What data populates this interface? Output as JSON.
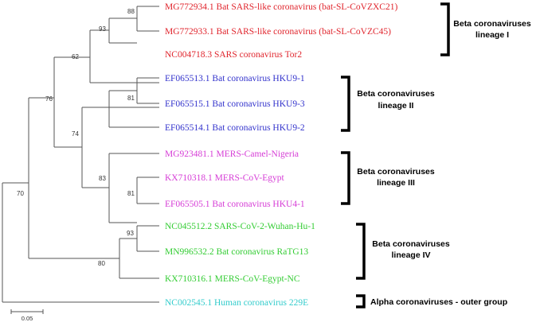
{
  "colors": {
    "lineage_I": "#e0242c",
    "lineage_II": "#3333cc",
    "lineage_III": "#d63cd6",
    "lineage_IV": "#33cc33",
    "outgroup": "#33cccc",
    "branch": "#555555"
  },
  "taxa": [
    {
      "label": "MG772934.1 Bat SARS-like coronavirus (bat-SL-CoVZXC21)",
      "group": "lineage_I"
    },
    {
      "label": "MG772933.1 Bat SARS-like coronavirus (bat-SL-CoVZC45)",
      "group": "lineage_I"
    },
    {
      "label": "NC004718.3 SARS coronavirus Tor2",
      "group": "lineage_I"
    },
    {
      "label": "EF065513.1 Bat coronavirus HKU9-1",
      "group": "lineage_II"
    },
    {
      "label": "EF065515.1 Bat coronavirus HKU9-3",
      "group": "lineage_II"
    },
    {
      "label": "EF065514.1 Bat coronavirus HKU9-2",
      "group": "lineage_II"
    },
    {
      "label": "MG923481.1 MERS-Camel-Nigeria",
      "group": "lineage_III"
    },
    {
      "label": "KX710318.1 MERS-CoV-Egypt",
      "group": "lineage_III"
    },
    {
      "label": "EF065505.1 Bat coronavirus HKU4-1",
      "group": "lineage_III"
    },
    {
      "label": "NC045512.2 SARS-CoV-2-Wuhan-Hu-1",
      "group": "lineage_IV"
    },
    {
      "label": "MN996532.2 Bat coronavirus RaTG13",
      "group": "lineage_IV"
    },
    {
      "label": "KX710316.1 MERS-CoV-Egypt-NC",
      "group": "lineage_IV"
    },
    {
      "label": "NC002545.1 Human coronavirus 229E",
      "group": "outgroup"
    }
  ],
  "bootstrap": [
    "88",
    "93",
    "62",
    "81",
    "76",
    "74",
    "83",
    "81",
    "70",
    "93",
    "80"
  ],
  "groups": [
    {
      "line1": "Beta coronaviruses",
      "line2": "lineage I"
    },
    {
      "line1": "Beta coronaviruses",
      "line2": "lineage II"
    },
    {
      "line1": "Beta coronaviruses",
      "line2": "lineage III"
    },
    {
      "line1": "Beta coronaviruses",
      "line2": "lineage IV"
    },
    {
      "line1": "Alpha coronaviruses - outer group",
      "line2": ""
    }
  ],
  "scale_bar": {
    "label": "0.05"
  }
}
